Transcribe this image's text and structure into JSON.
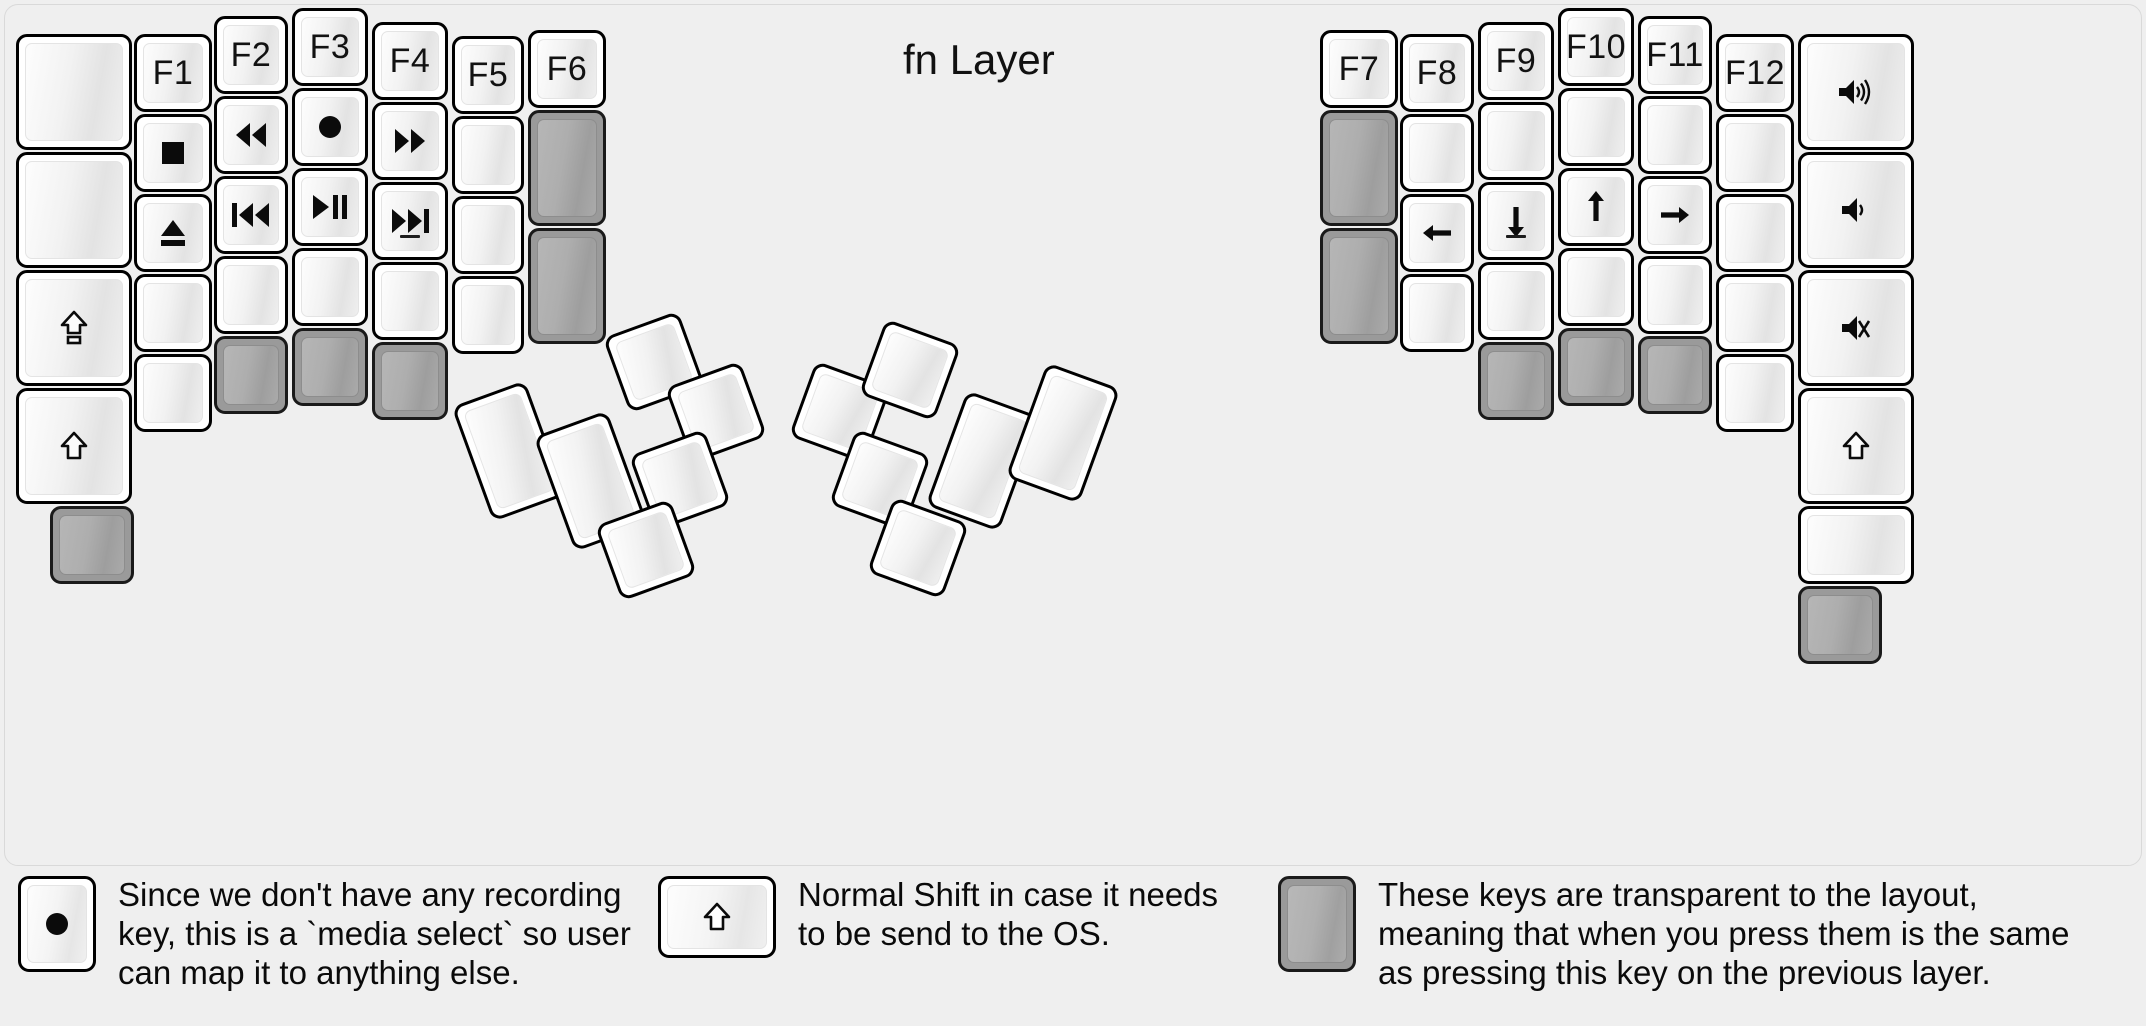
{
  "title": "fn Layer",
  "colors": {
    "background": "#efefef",
    "key_fill": "#ffffff",
    "key_border": "#000000",
    "transparent_key_fill": "#9a9a9a",
    "label": "#121212"
  },
  "legend": [
    {
      "key_icon": "record-icon",
      "key_style": "normal",
      "text": "Since we don't have any recording\nkey, this is a `media select` so user\ncan map it to anything else."
    },
    {
      "key_icon": "shift-icon",
      "key_style": "normal",
      "text": "Normal Shift in case it needs\nto be send to the OS."
    },
    {
      "key_icon": "none",
      "key_style": "transparent",
      "text": "These keys are transparent to the layout,\nmeaning that when you press them is the same\nas pressing this key on the previous layer."
    }
  ],
  "left_half": {
    "columns": [
      {
        "name": "col-pinky-outer",
        "keys": [
          {
            "label": "",
            "icon": "none",
            "style": "normal",
            "size": "1.5u"
          },
          {
            "label": "",
            "icon": "none",
            "style": "normal",
            "size": "1.5u"
          },
          {
            "label": "",
            "icon": "caps-lock-icon",
            "style": "normal",
            "size": "1.5u"
          },
          {
            "label": "",
            "icon": "shift-icon",
            "style": "normal",
            "size": "1.5u"
          },
          {
            "label": "",
            "icon": "none",
            "style": "transparent",
            "size": "1u"
          }
        ]
      },
      {
        "name": "col-pinky",
        "keys": [
          {
            "label": "F1",
            "icon": "none",
            "style": "normal",
            "size": "1u"
          },
          {
            "label": "",
            "icon": "stop-icon",
            "style": "normal",
            "size": "1u"
          },
          {
            "label": "",
            "icon": "eject-icon",
            "style": "normal",
            "size": "1u"
          },
          {
            "label": "",
            "icon": "none",
            "style": "normal",
            "size": "1u"
          },
          {
            "label": "",
            "icon": "none",
            "style": "normal",
            "size": "1u"
          }
        ]
      },
      {
        "name": "col-ring",
        "keys": [
          {
            "label": "F2",
            "icon": "none",
            "style": "normal",
            "size": "1u"
          },
          {
            "label": "",
            "icon": "rewind-icon",
            "style": "normal",
            "size": "1u"
          },
          {
            "label": "",
            "icon": "previous-track-icon",
            "style": "normal",
            "size": "1u"
          },
          {
            "label": "",
            "icon": "none",
            "style": "normal",
            "size": "1u"
          },
          {
            "label": "",
            "icon": "none",
            "style": "transparent",
            "size": "1u"
          }
        ]
      },
      {
        "name": "col-middle",
        "keys": [
          {
            "label": "F3",
            "icon": "none",
            "style": "normal",
            "size": "1u"
          },
          {
            "label": "",
            "icon": "record-icon",
            "style": "normal",
            "size": "1u"
          },
          {
            "label": "",
            "icon": "play-pause-icon",
            "style": "normal",
            "size": "1u"
          },
          {
            "label": "",
            "icon": "none",
            "style": "normal",
            "size": "1u"
          },
          {
            "label": "",
            "icon": "none",
            "style": "transparent",
            "size": "1u"
          }
        ]
      },
      {
        "name": "col-index",
        "keys": [
          {
            "label": "F4",
            "icon": "none",
            "style": "normal",
            "size": "1u"
          },
          {
            "label": "",
            "icon": "fast-forward-icon",
            "style": "normal",
            "size": "1u"
          },
          {
            "label": "",
            "icon": "next-track-icon",
            "style": "normal",
            "size": "1u",
            "homing": true
          },
          {
            "label": "",
            "icon": "none",
            "style": "normal",
            "size": "1u"
          },
          {
            "label": "",
            "icon": "none",
            "style": "transparent",
            "size": "1u"
          }
        ]
      },
      {
        "name": "col-index-inner",
        "keys": [
          {
            "label": "F5",
            "icon": "none",
            "style": "normal",
            "size": "1u"
          },
          {
            "label": "",
            "icon": "none",
            "style": "normal",
            "size": "1u"
          },
          {
            "label": "",
            "icon": "none",
            "style": "normal",
            "size": "1u"
          },
          {
            "label": "",
            "icon": "none",
            "style": "normal",
            "size": "1u"
          }
        ]
      },
      {
        "name": "col-inner",
        "keys": [
          {
            "label": "F6",
            "icon": "none",
            "style": "normal",
            "size": "1u"
          },
          {
            "label": "",
            "icon": "none",
            "style": "transparent",
            "size": "1.5u"
          },
          {
            "label": "",
            "icon": "none",
            "style": "transparent",
            "size": "1.5u"
          }
        ]
      }
    ],
    "thumb_cluster": [
      {
        "name": "thumb-l-1",
        "icon": "none",
        "style": "normal",
        "size": "1.5u"
      },
      {
        "name": "thumb-l-2",
        "icon": "none",
        "style": "normal",
        "size": "1.5u"
      },
      {
        "name": "thumb-l-3",
        "icon": "none",
        "style": "normal",
        "size": "1u"
      },
      {
        "name": "thumb-l-4",
        "icon": "none",
        "style": "normal",
        "size": "1u"
      },
      {
        "name": "thumb-l-5",
        "icon": "none",
        "style": "normal",
        "size": "1u"
      },
      {
        "name": "thumb-l-6",
        "icon": "none",
        "style": "normal",
        "size": "1u"
      }
    ]
  },
  "right_half": {
    "columns": [
      {
        "name": "col-inner",
        "keys": [
          {
            "label": "F7",
            "icon": "none",
            "style": "normal",
            "size": "1u"
          },
          {
            "label": "",
            "icon": "none",
            "style": "transparent",
            "size": "1.5u"
          },
          {
            "label": "",
            "icon": "none",
            "style": "transparent",
            "size": "1.5u"
          }
        ]
      },
      {
        "name": "col-index-inner",
        "keys": [
          {
            "label": "F8",
            "icon": "none",
            "style": "normal",
            "size": "1u"
          },
          {
            "label": "",
            "icon": "none",
            "style": "normal",
            "size": "1u"
          },
          {
            "label": "",
            "icon": "arrow-left-icon",
            "style": "normal",
            "size": "1u"
          },
          {
            "label": "",
            "icon": "none",
            "style": "normal",
            "size": "1u"
          }
        ]
      },
      {
        "name": "col-index",
        "keys": [
          {
            "label": "F9",
            "icon": "none",
            "style": "normal",
            "size": "1u"
          },
          {
            "label": "",
            "icon": "none",
            "style": "normal",
            "size": "1u"
          },
          {
            "label": "",
            "icon": "arrow-down-icon",
            "style": "normal",
            "size": "1u",
            "homing": true
          },
          {
            "label": "",
            "icon": "none",
            "style": "normal",
            "size": "1u"
          },
          {
            "label": "",
            "icon": "none",
            "style": "transparent",
            "size": "1u"
          }
        ]
      },
      {
        "name": "col-middle",
        "keys": [
          {
            "label": "F10",
            "icon": "none",
            "style": "normal",
            "size": "1u"
          },
          {
            "label": "",
            "icon": "none",
            "style": "normal",
            "size": "1u"
          },
          {
            "label": "",
            "icon": "arrow-up-icon",
            "style": "normal",
            "size": "1u"
          },
          {
            "label": "",
            "icon": "none",
            "style": "normal",
            "size": "1u"
          },
          {
            "label": "",
            "icon": "none",
            "style": "transparent",
            "size": "1u"
          }
        ]
      },
      {
        "name": "col-ring",
        "keys": [
          {
            "label": "F11",
            "icon": "none",
            "style": "normal",
            "size": "1u"
          },
          {
            "label": "",
            "icon": "none",
            "style": "normal",
            "size": "1u"
          },
          {
            "label": "",
            "icon": "arrow-right-icon",
            "style": "normal",
            "size": "1u"
          },
          {
            "label": "",
            "icon": "none",
            "style": "normal",
            "size": "1u"
          },
          {
            "label": "",
            "icon": "none",
            "style": "transparent",
            "size": "1u"
          }
        ]
      },
      {
        "name": "col-pinky",
        "keys": [
          {
            "label": "F12",
            "icon": "none",
            "style": "normal",
            "size": "1u"
          },
          {
            "label": "",
            "icon": "none",
            "style": "normal",
            "size": "1u"
          },
          {
            "label": "",
            "icon": "none",
            "style": "normal",
            "size": "1u"
          },
          {
            "label": "",
            "icon": "none",
            "style": "normal",
            "size": "1u"
          },
          {
            "label": "",
            "icon": "none",
            "style": "normal",
            "size": "1u"
          }
        ]
      },
      {
        "name": "col-pinky-outer",
        "keys": [
          {
            "label": "",
            "icon": "volume-up-icon",
            "style": "normal",
            "size": "1.5u"
          },
          {
            "label": "",
            "icon": "volume-down-icon",
            "style": "normal",
            "size": "1.5u"
          },
          {
            "label": "",
            "icon": "volume-mute-icon",
            "style": "normal",
            "size": "1.5u"
          },
          {
            "label": "",
            "icon": "shift-icon",
            "style": "normal",
            "size": "1.5u"
          },
          {
            "label": "",
            "icon": "none",
            "style": "normal",
            "size": "1u"
          },
          {
            "label": "",
            "icon": "none",
            "style": "transparent",
            "size": "1u"
          }
        ]
      }
    ],
    "thumb_cluster": [
      {
        "name": "thumb-r-1",
        "icon": "none",
        "style": "normal",
        "size": "1u"
      },
      {
        "name": "thumb-r-2",
        "icon": "none",
        "style": "normal",
        "size": "1u"
      },
      {
        "name": "thumb-r-3",
        "icon": "none",
        "style": "normal",
        "size": "1u"
      },
      {
        "name": "thumb-r-4",
        "icon": "none",
        "style": "normal",
        "size": "1u"
      },
      {
        "name": "thumb-r-5",
        "icon": "none",
        "style": "normal",
        "size": "1.5u"
      },
      {
        "name": "thumb-r-6",
        "icon": "none",
        "style": "normal",
        "size": "1.5u"
      }
    ]
  }
}
